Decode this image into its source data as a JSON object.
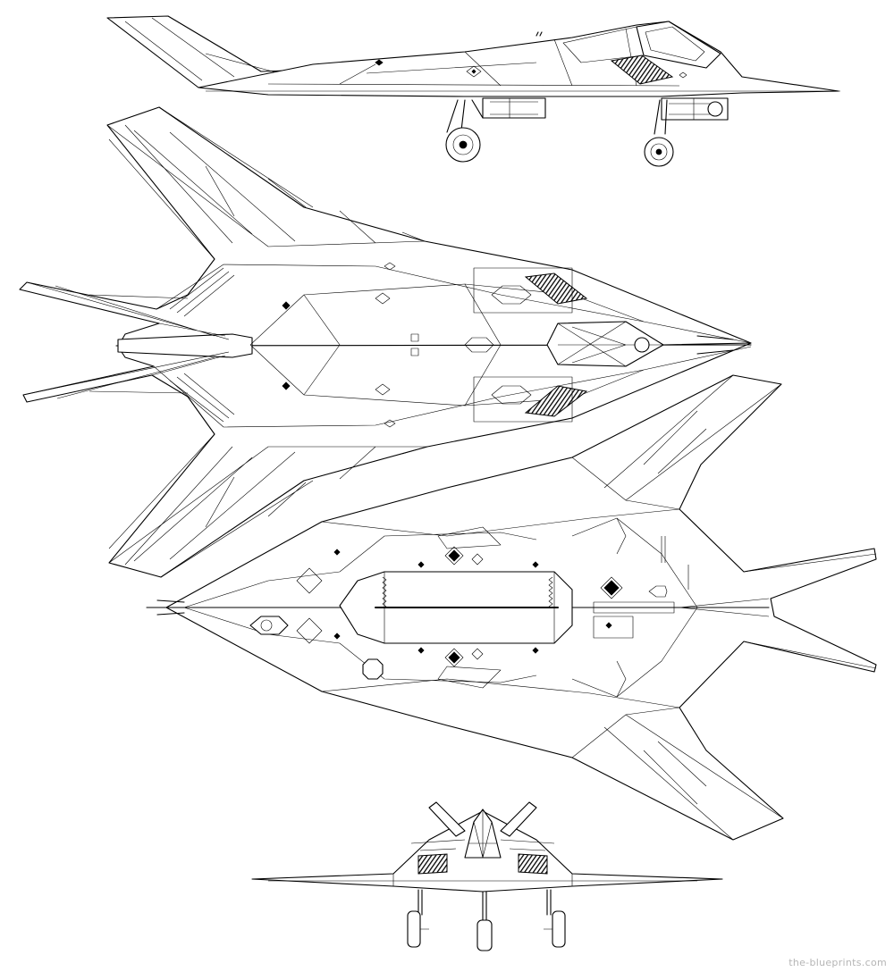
{
  "drawing": {
    "subject": "F-117 Nighthawk",
    "views": [
      "side",
      "top",
      "bottom",
      "front"
    ],
    "line_color": "#000000",
    "background": "#ffffff"
  },
  "watermark": {
    "text": "the-blueprints.com",
    "color": "#b5b5b5"
  }
}
